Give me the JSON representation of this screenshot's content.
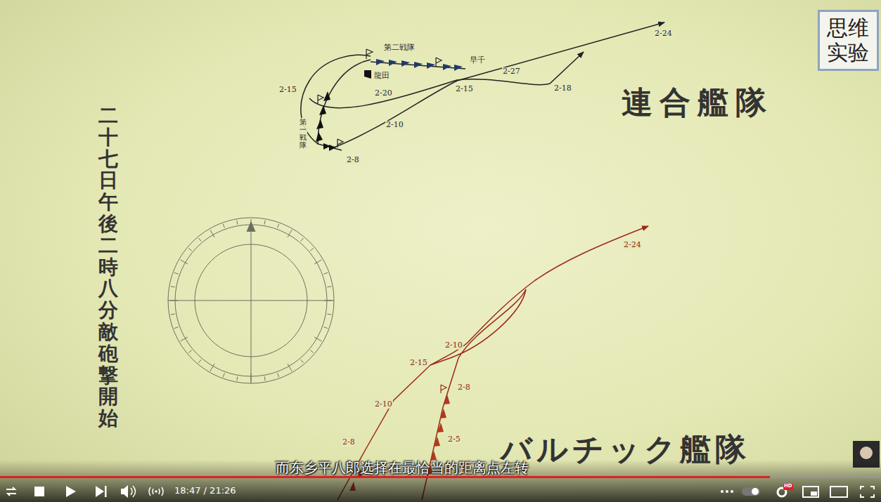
{
  "diagram": {
    "nodes": [
      {
        "text": [
          "思维 实验"
        ]
      }
    ],
    "labels": [
      "二十七日午後二時八分敵砲撃開始",
      "連合艦隊",
      "バルチック艦隊",
      "2-24",
      "2-27",
      "2-18",
      "2-15",
      "2-20",
      "2-15",
      "2-10",
      "2-8",
      "第二戦隊",
      "早千",
      "龍田",
      "第一戦隊",
      "2-24",
      "2-10",
      "2-15",
      "2-8",
      "2-10",
      "2-5",
      "2-8",
      "而东乡平八郎选择在最恰当的距离点左转",
      "18:47 / 21:26",
      "HD"
    ]
  }
}
